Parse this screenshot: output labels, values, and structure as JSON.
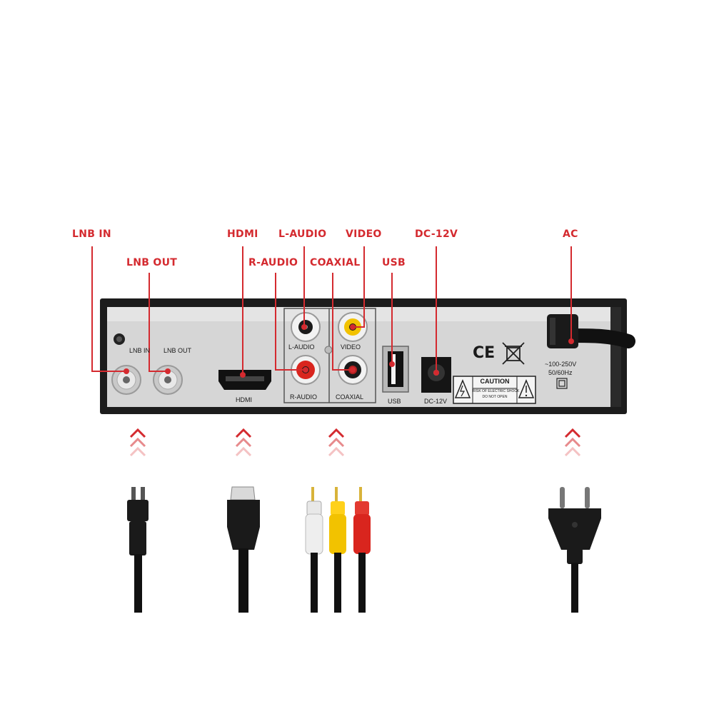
{
  "colors": {
    "accent": "#d42a2f",
    "panel": "#dcdcdc",
    "case": "#1c1c1c",
    "rca_white": "#eeeeee",
    "rca_yellow": "#f2c200",
    "rca_red": "#d9251e"
  },
  "callouts": {
    "lnb_in": "LNB IN",
    "lnb_out": "LNB OUT",
    "hdmi": "HDMI",
    "l_audio": "L-AUDIO",
    "video": "VIDEO",
    "r_audio": "R-AUDIO",
    "coaxial": "COAXIAL",
    "usb": "USB",
    "dc_12v": "DC-12V",
    "ac": "AC"
  },
  "panel_labels": {
    "lnb_in": "LNB IN",
    "lnb_out": "LNB OUT",
    "hdmi": "HDMI",
    "l_audio": "L-AUDIO",
    "video": "VIDEO",
    "r_audio": "R-AUDIO",
    "coaxial": "COAXIAL",
    "usb": "USB",
    "dc_12v": "DC-12V",
    "ce_mark": "CE",
    "caution_title": "CAUTION",
    "caution_line1": "RISK OF ELECTRIC SHOCK",
    "caution_line2": "DO NOT OPEN",
    "ac_rating1": "~100-250V",
    "ac_rating2": "50/60Hz"
  },
  "icons": [
    "chevron-up-icon",
    "recycle-bin-icon",
    "warning-icon",
    "double-insulation-icon"
  ]
}
